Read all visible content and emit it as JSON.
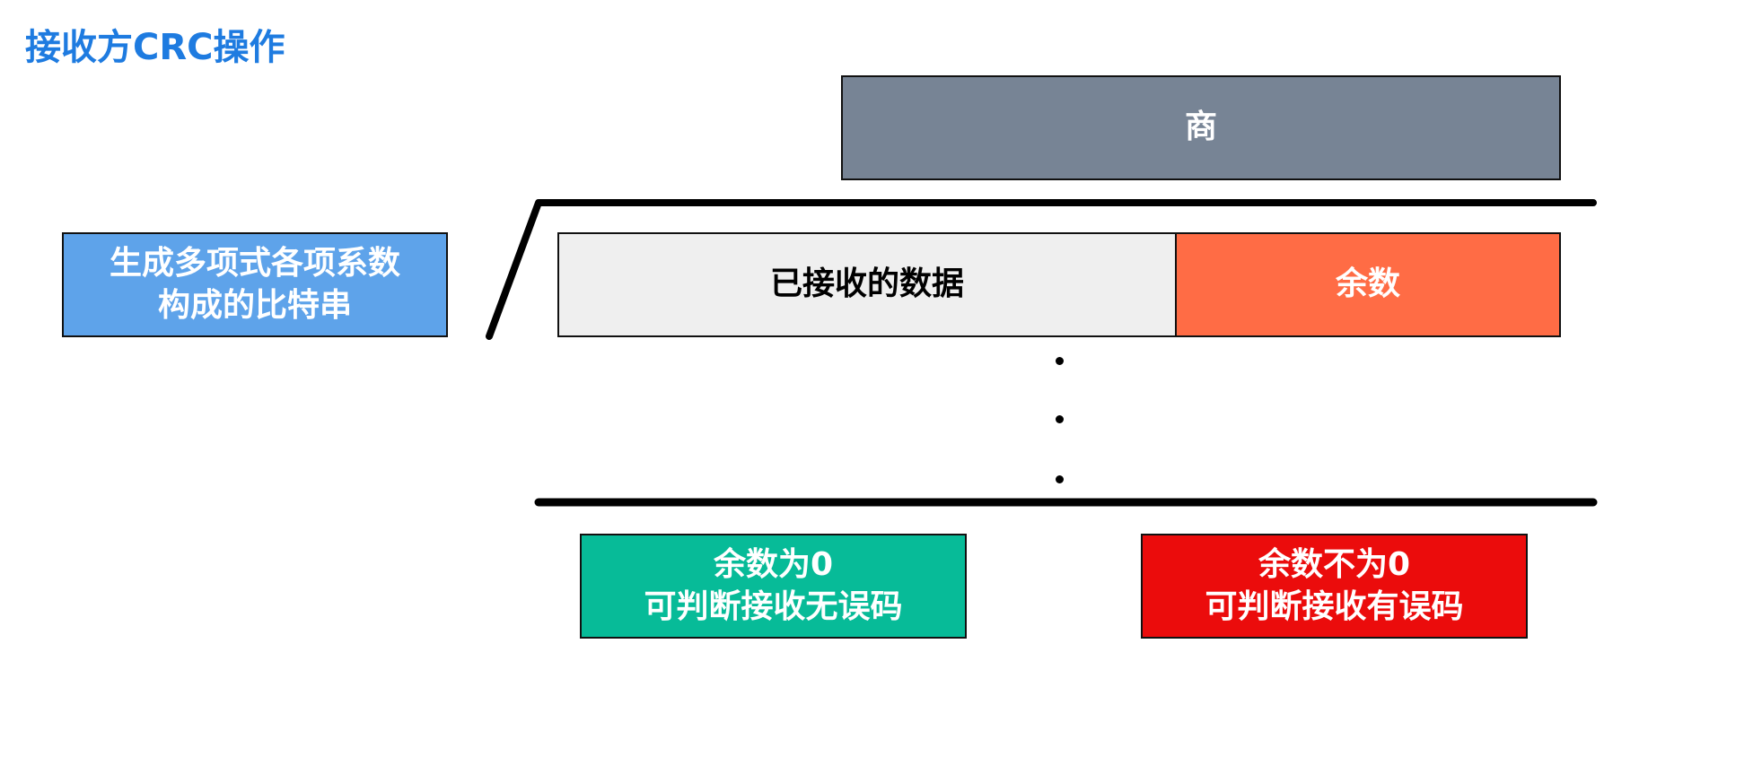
{
  "title": "接收方CRC操作",
  "quotient_label": "商",
  "generator_label": [
    "生成多项式各项系数",
    "构成的比特串"
  ],
  "received_data_label": "已接收的数据",
  "remainder_label": "余数",
  "result_ok": [
    "余数为0",
    "可判断接收无误码"
  ],
  "result_error": [
    "余数不为0",
    "可判断接收有误码"
  ],
  "colors": {
    "title": "#1e7be0",
    "quotient": "#778495",
    "generator": "#5ea3ea",
    "data": "#efefef",
    "remainder": "#ff6c45",
    "ok": "#07bb98",
    "error": "#eb0c0c"
  }
}
